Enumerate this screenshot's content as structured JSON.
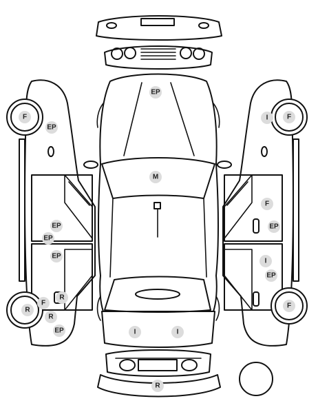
{
  "legend_circle_color": "#ffffff",
  "marker_color": "#dcdcdc",
  "outline_color": "#111111",
  "markers": [
    {
      "code": "EP"
    },
    {
      "code": "M"
    },
    {
      "code": "I"
    },
    {
      "code": "I"
    },
    {
      "code": "R"
    },
    {
      "code": "F"
    },
    {
      "code": "EP"
    },
    {
      "code": "EP"
    },
    {
      "code": "EP"
    },
    {
      "code": "EP"
    },
    {
      "code": "R"
    },
    {
      "code": "F"
    },
    {
      "code": "R"
    },
    {
      "code": "R"
    },
    {
      "code": "EP"
    },
    {
      "code": "F"
    },
    {
      "code": "I"
    },
    {
      "code": "F"
    },
    {
      "code": "EP"
    },
    {
      "code": "I"
    },
    {
      "code": "EP"
    },
    {
      "code": "F"
    }
  ]
}
